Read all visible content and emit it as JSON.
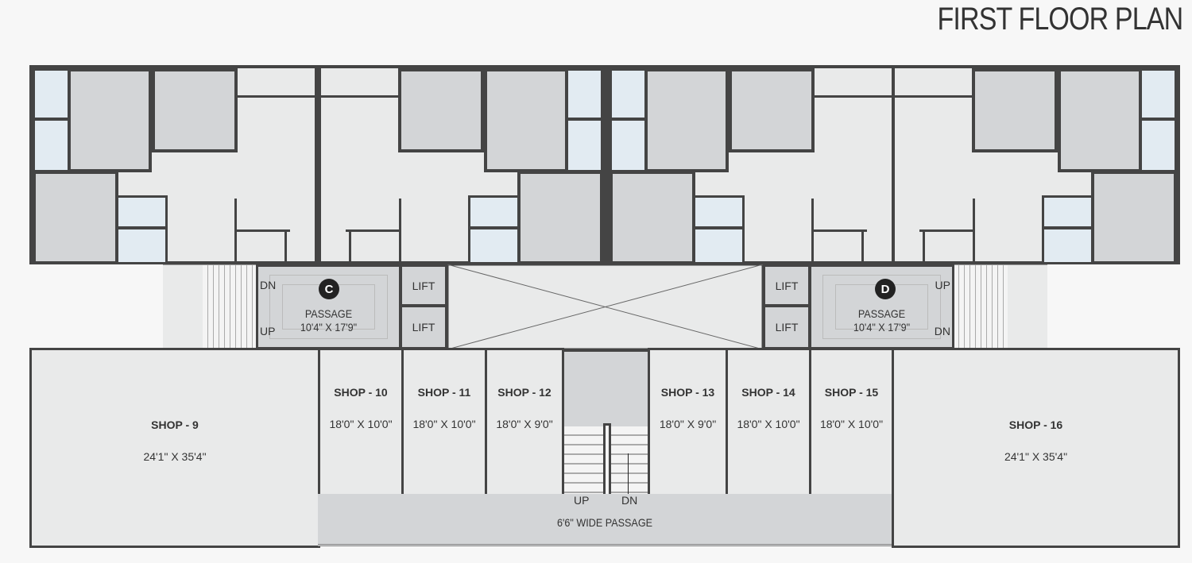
{
  "title": "FIRST FLOOR PLAN",
  "passages": [
    {
      "badge": "C",
      "label": "PASSAGE",
      "size": "10'4\" X 17'9\"",
      "top_stair": "DN",
      "bottom_stair": "UP"
    },
    {
      "badge": "D",
      "label": "PASSAGE",
      "size": "10'4\" X 17'9\"",
      "top_stair": "UP",
      "bottom_stair": "DN"
    }
  ],
  "lift_label": "LIFT",
  "shops": [
    {
      "name": "SHOP - 9",
      "size": "24'1\" X 35'4\""
    },
    {
      "name": "SHOP - 10",
      "size": "18'0\" X 10'0\""
    },
    {
      "name": "SHOP - 11",
      "size": "18'0\" X 10'0\""
    },
    {
      "name": "SHOP - 12",
      "size": "18'0\" X 9'0\""
    },
    {
      "name": "SHOP - 13",
      "size": "18'0\" X 9'0\""
    },
    {
      "name": "SHOP - 14",
      "size": "18'0\" X 10'0\""
    },
    {
      "name": "SHOP - 15",
      "size": "18'0\" X 10'0\""
    },
    {
      "name": "SHOP - 16",
      "size": "24'1\" X 35'4\""
    }
  ],
  "central_stair": {
    "up": "UP",
    "dn": "DN"
  },
  "wide_passage": "6'6\" WIDE PASSAGE",
  "colors": {
    "wall": "#444444",
    "room": "#d3d5d7",
    "floor": "#e9eaea",
    "wet": "#e2ebf2"
  }
}
